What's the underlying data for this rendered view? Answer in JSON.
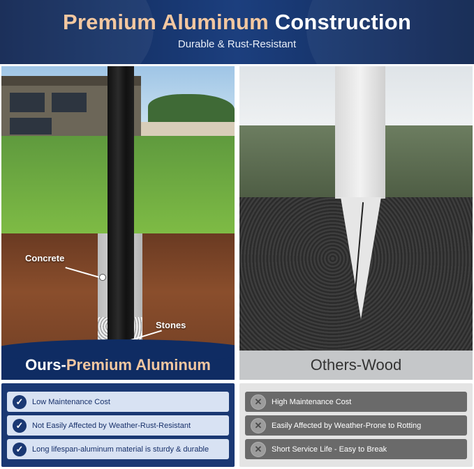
{
  "header": {
    "title_accent": "Premium Aluminum",
    "title_rest": "Construction",
    "subtitle": "Durable & Rust-Resistant"
  },
  "left_panel": {
    "label_concrete": "Concrete",
    "label_stones": "Stones",
    "caption_prefix": "Ours-",
    "caption_accent": "Premium Aluminum"
  },
  "right_panel": {
    "caption": "Others-Wood"
  },
  "pros": [
    {
      "icon": "check-icon",
      "text": "Low Maintenance Cost"
    },
    {
      "icon": "check-icon",
      "text": "Not Easily Affected by Weather-Rust-Resistant"
    },
    {
      "icon": "check-icon",
      "text": "Long lifespan-aluminum material is sturdy & durable"
    }
  ],
  "cons": [
    {
      "icon": "x-icon",
      "text": "High Maintenance Cost"
    },
    {
      "icon": "x-icon",
      "text": "Easily Affected by Weather-Prone to Rotting"
    },
    {
      "icon": "x-icon",
      "text": "Short Service Life - Easy to Break"
    }
  ],
  "colors": {
    "navy": "#1a3873",
    "accent": "#f3c7a0",
    "gray": "#6a6a6a"
  }
}
